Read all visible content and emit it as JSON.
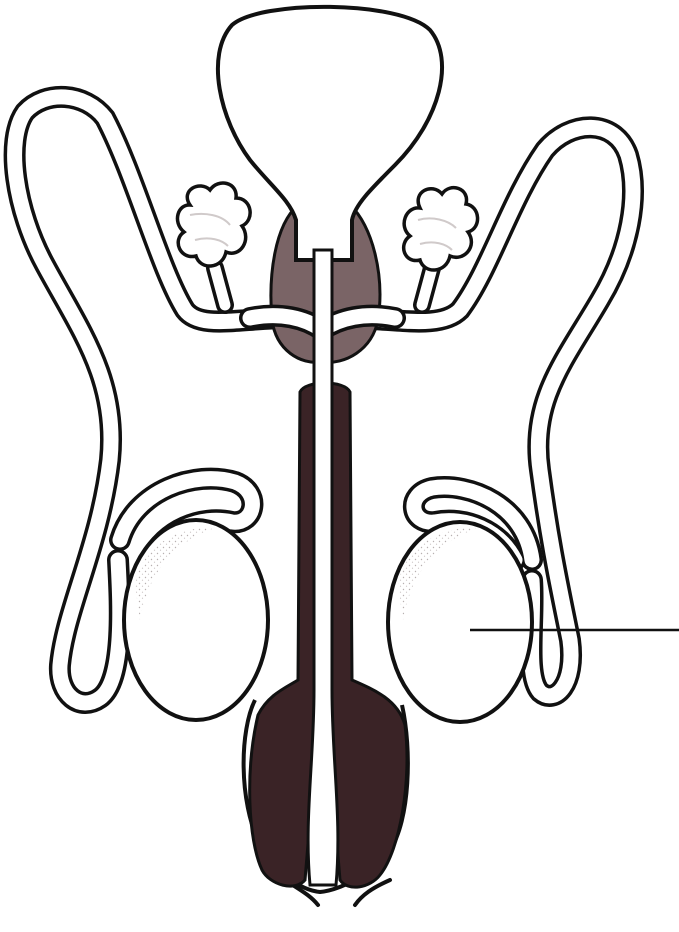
{
  "figure": {
    "caption": "",
    "colors": {
      "outline": "#111111",
      "fill_light": "#ffffff",
      "prostate": "#7a6466",
      "erectile_tissue": "#3a2326",
      "stipple": "#b7b0b0",
      "label_line": "#111111"
    },
    "parts": [
      "urinary-bladder",
      "prostate-gland",
      "seminal-vesicle-left",
      "seminal-vesicle-right",
      "vas-deferens-left",
      "vas-deferens-right",
      "epididymis-left",
      "epididymis-right",
      "testis-left",
      "testis-right",
      "urethra",
      "penis",
      "label-pointer-line"
    ]
  }
}
